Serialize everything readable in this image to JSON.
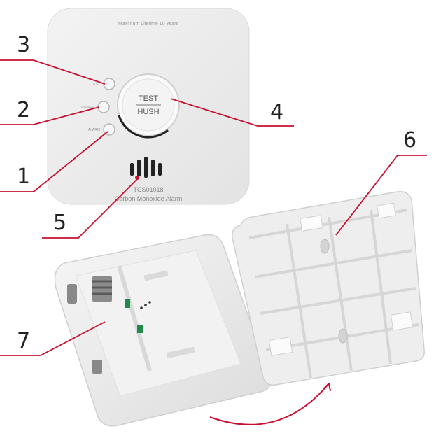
{
  "device": {
    "lifetime_text": "Maximum Lifetime 10 Years",
    "led_labels": {
      "led_3": "TEST",
      "led_2": "POWER",
      "led_1": "ALARM"
    },
    "button_top": "TEST",
    "button_bottom": "HUSH",
    "model": "TCS01018",
    "product_name": "Carbon Monoxide Alarm"
  },
  "callouts": [
    "3",
    "2",
    "1",
    "4",
    "5",
    "6",
    "7"
  ],
  "colors": {
    "line": "#c8102e",
    "device_body": "#ececec",
    "plate": "#eeeeee",
    "tab_green": "#1f8a4c",
    "text": "#222222"
  }
}
